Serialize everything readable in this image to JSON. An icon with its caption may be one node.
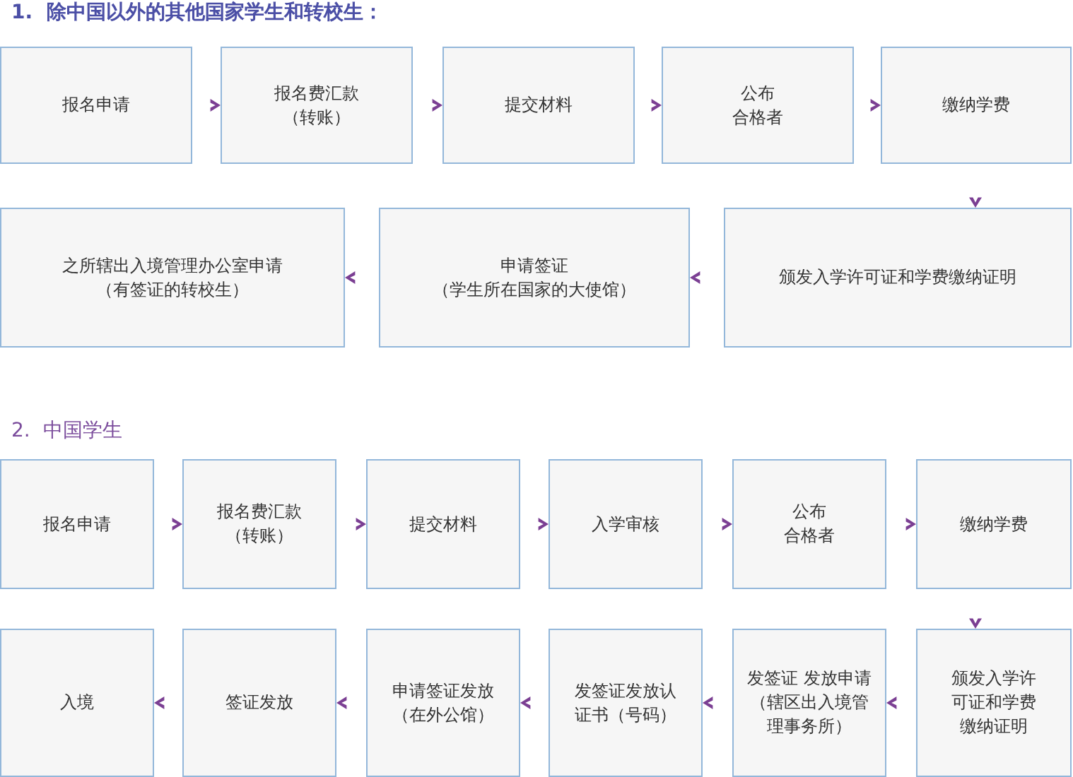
{
  "diagram": {
    "nodes": [
      {
        "text": [
          "报名申请"
        ]
      },
      {
        "text": [
          "报名费汇款",
          "（转账）"
        ]
      },
      {
        "text": [
          "提交材料"
        ]
      },
      {
        "text": [
          "公布",
          "合格者"
        ]
      },
      {
        "text": [
          "缴纳学费"
        ]
      },
      {
        "text": [
          "之所辖出入境管理办公室申请",
          "（有签证的转校生）"
        ]
      },
      {
        "text": [
          "申请签证",
          "（学生所在国家的大使馆）"
        ]
      },
      {
        "text": [
          "颁发入学许可证和学费缴纳证明"
        ]
      },
      {
        "text": [
          "报名申请"
        ]
      },
      {
        "text": [
          "报名费汇款",
          "（转账）"
        ]
      },
      {
        "text": [
          "提交材料"
        ]
      },
      {
        "text": [
          "入学审核"
        ]
      },
      {
        "text": [
          "公布",
          "合格者"
        ]
      },
      {
        "text": [
          "缴纳学费"
        ]
      },
      {
        "text": [
          "入境"
        ]
      },
      {
        "text": [
          "签证发放"
        ]
      },
      {
        "text": [
          "申请签证发放",
          "（在外公馆）"
        ]
      },
      {
        "text": [
          "发签证发放认证书（号码）"
        ]
      },
      {
        "text": [
          "发签证 发放申请",
          "（辖区出入境管理事务所）"
        ]
      },
      {
        "text": [
          "颁发入学许可证和学费缴纳证明"
        ]
      }
    ],
    "edges": [
      {
        "from": 0,
        "to": 1,
        "arrow": "to"
      },
      {
        "from": 1,
        "to": 2,
        "arrow": "to"
      },
      {
        "from": 2,
        "to": 3,
        "arrow": "to"
      },
      {
        "from": 3,
        "to": 4,
        "arrow": "to"
      },
      {
        "from": 4,
        "to": 7,
        "arrow": "to"
      },
      {
        "from": 7,
        "to": 6,
        "arrow": "to"
      },
      {
        "from": 6,
        "to": 5,
        "arrow": "to"
      },
      {
        "from": 8,
        "to": 9,
        "arrow": "to"
      },
      {
        "from": 9,
        "to": 10,
        "arrow": "to"
      },
      {
        "from": 10,
        "to": 11,
        "arrow": "to"
      },
      {
        "from": 11,
        "to": 12,
        "arrow": "to"
      },
      {
        "from": 12,
        "to": 13,
        "arrow": "to"
      },
      {
        "from": 13,
        "to": 19,
        "arrow": "to"
      },
      {
        "from": 19,
        "to": 18,
        "arrow": "to"
      },
      {
        "from": 18,
        "to": 17,
        "arrow": "to"
      },
      {
        "from": 17,
        "to": 16,
        "arrow": "to"
      },
      {
        "from": 16,
        "to": 15,
        "arrow": "to"
      },
      {
        "from": 15,
        "to": 14,
        "arrow": "to"
      }
    ],
    "labels": [
      "1.  除中国以外的其他国家学生和转校生：",
      "2.  中国学生"
    ]
  }
}
